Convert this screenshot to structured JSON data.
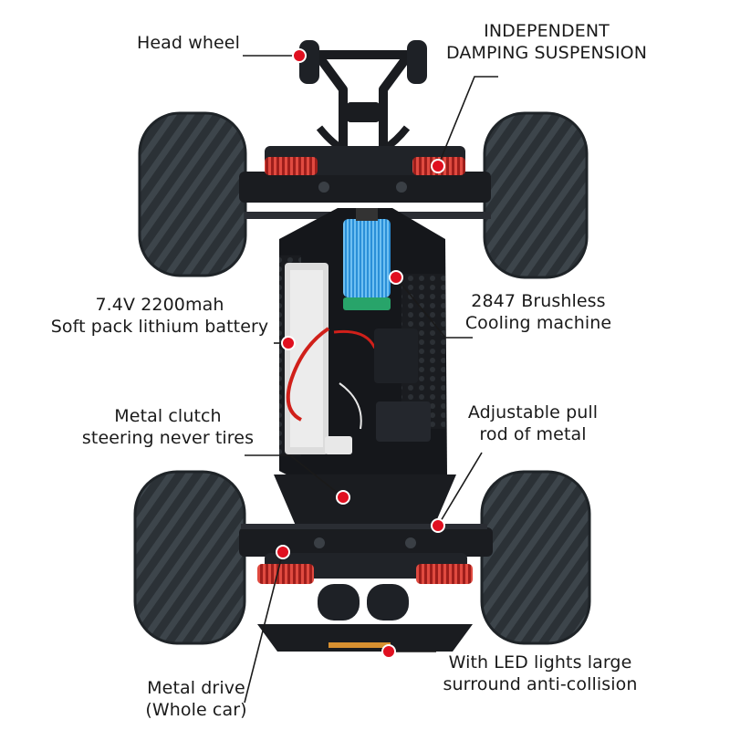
{
  "colors": {
    "callout_dot": "#e01020",
    "tire": "#2b3136",
    "chassis": "#1a1c20",
    "motor": "#2a8fd8",
    "motor_ring": "#28a46a",
    "spring": "#c9302c",
    "label_text": "#1a1a1a"
  },
  "callouts": [
    {
      "id": "head-wheel",
      "lines": [
        "Head wheel"
      ]
    },
    {
      "id": "suspension",
      "lines": [
        "INDEPENDENT",
        "DAMPING SUSPENSION"
      ]
    },
    {
      "id": "battery",
      "lines": [
        "7.4V 2200mah",
        "Soft pack lithium battery"
      ]
    },
    {
      "id": "motor",
      "lines": [
        "2847 Brushless",
        "Cooling machine"
      ]
    },
    {
      "id": "clutch",
      "lines": [
        "Metal clutch",
        "steering never tires"
      ]
    },
    {
      "id": "pull-rod",
      "lines": [
        "Adjustable pull",
        "rod of metal"
      ]
    },
    {
      "id": "led",
      "lines": [
        "With LED lights large",
        "surround anti-collision"
      ]
    },
    {
      "id": "drive",
      "lines": [
        "Metal drive",
        "(Whole car)"
      ]
    }
  ]
}
